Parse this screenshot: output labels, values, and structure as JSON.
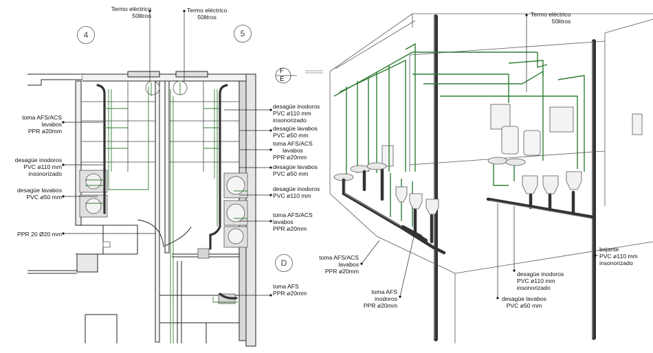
{
  "grid_labels": {
    "g4": "4",
    "g5": "5",
    "gD": "D",
    "compass_top": "F",
    "compass_bottom": "E"
  },
  "plan": {
    "termo_left": [
      "Termo eléctrico",
      "50litros"
    ],
    "termo_right": [
      "Termo eléctrico",
      "50litros"
    ],
    "toma_afs_acs_left": [
      "toma AFS/ACS",
      "lavabos",
      "PPR ø20mm"
    ],
    "desague_inodoros_left": [
      "desagüe inodoros",
      "PVC ø110 mm",
      "insonorizado"
    ],
    "desague_lavabos_left": [
      "desagüe lavabos",
      "PVC ø50 mm"
    ],
    "ppr_left": [
      "PPR 20 Ø20 mm"
    ],
    "desague_inodoros_r1": [
      "desagüe inodoros",
      "PVC ø110 mm",
      "insonorizado"
    ],
    "desague_lavabos_r1": [
      "desagüe lavabos",
      "PVC ø50 mm"
    ],
    "toma_afs_acs_r1": [
      "toma AFS/ACS",
      "lavabos",
      "PPR ø20mm"
    ],
    "desague_lavabos_r2": [
      "desagüe lavabos",
      "PVC ø50 mm"
    ],
    "desague_inodoros_r2": [
      "desagüe inodoros",
      "PVC ø110 mm"
    ],
    "toma_afs_acs_r2": [
      "toma AFS/ACS",
      "lavabos",
      "PPR ø20mm"
    ],
    "toma_afs_r": [
      "toma AFS",
      "PPR ø20mm"
    ]
  },
  "iso": {
    "termo": [
      "Termo eléctrico",
      "50litros"
    ],
    "toma_afs_acs": [
      "toma AFS/ACS",
      "lavabos",
      "PPR ø20mm"
    ],
    "toma_afs_inodoros": [
      "toma AFS",
      "inodoros",
      "PPR ø20mm"
    ],
    "desague_inodoros": [
      "desagüe inodoros",
      "PVC ø110 mm",
      "insonorizado"
    ],
    "desague_lavabos": [
      "desagüe lavabos",
      "PVC ø50 mm"
    ],
    "bajante": [
      "bajante",
      "PVC ø110 mm",
      "insonorizado"
    ]
  },
  "colors": {
    "line": "#1a1a1a",
    "pipe_green": "#2e7d32",
    "wall": "#cfcfcf",
    "fixture": "#e4e4e4"
  }
}
